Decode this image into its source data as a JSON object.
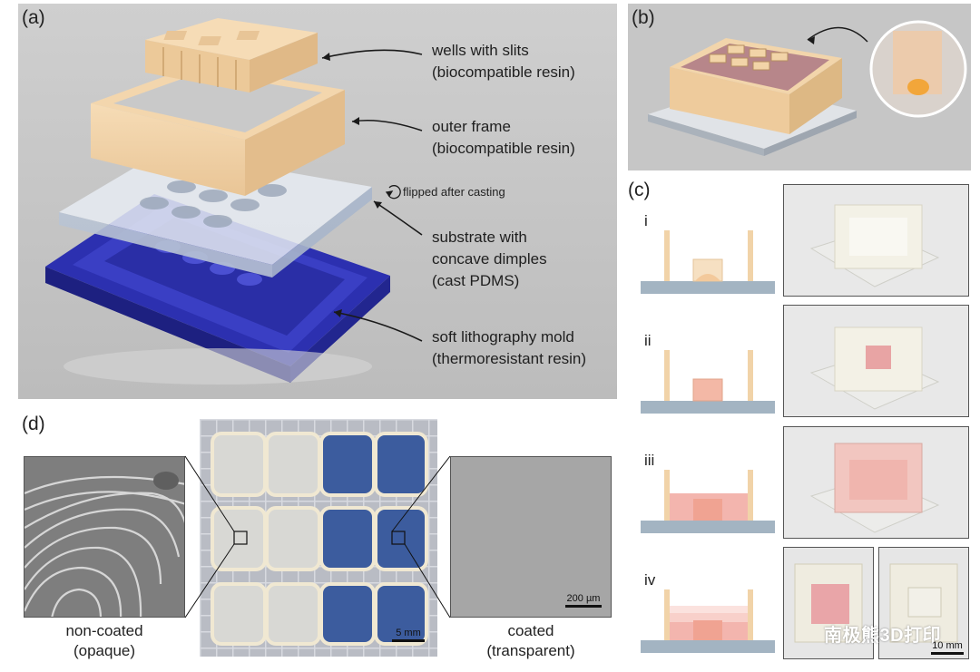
{
  "panels": {
    "a": "(a)",
    "b": "(b)",
    "c": "(c)",
    "d": "(d)"
  },
  "panel_a": {
    "callouts": [
      {
        "line1": "wells with slits",
        "line2": "(biocompatible resin)"
      },
      {
        "line1": "outer frame",
        "line2": "(biocompatible resin)"
      },
      {
        "line1": "substrate with",
        "line2": "concave dimples",
        "line3": "(cast PDMS)"
      },
      {
        "line1": "soft lithography mold",
        "line2": "(thermoresistant resin)"
      }
    ],
    "flip_note": "flipped after casting"
  },
  "panel_c": {
    "steps": [
      "i",
      "ii",
      "iii",
      "iv"
    ],
    "scale_bar": "10 mm"
  },
  "panel_d": {
    "left_caption": {
      "line1": "non-coated",
      "line2": "(opaque)"
    },
    "right_caption": {
      "line1": "coated",
      "line2": "(transparent)"
    },
    "center_scale": "5 mm",
    "right_scale": "200 µm"
  },
  "watermark": "南极熊3D打印",
  "colors": {
    "resin": "#f2d2a6",
    "mold": "#2b2fa8",
    "pdms": "#dfe5ee",
    "medium": "#f3b5ae",
    "substrate": "#9fb3c2"
  }
}
